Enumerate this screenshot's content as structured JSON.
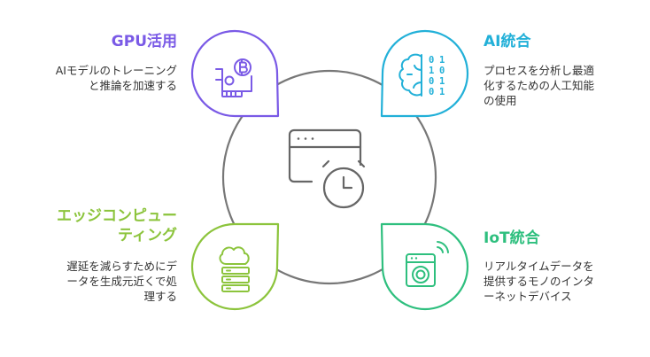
{
  "colors": {
    "gpu": "#7a5ae6",
    "ai": "#22b0d8",
    "edge": "#8cc43c",
    "iot": "#2ebf7e",
    "ring": "#777777",
    "center_icon": "#666666"
  },
  "icons": {
    "center": "browser-clock-icon",
    "gpu": "gpu-card-bitcoin-icon",
    "ai": "brain-binary-icon",
    "edge": "cloud-server-icon",
    "iot": "washing-machine-wifi-icon"
  },
  "items": {
    "gpu": {
      "title": "GPU活用",
      "desc": "AIモデルのトレーニング\nと推論を加速する"
    },
    "ai": {
      "title": "AI統合",
      "desc": "プロセスを分析し最適\n化するための人工知能\nの使用"
    },
    "edge": {
      "title": "エッジコンピュー\nティング",
      "desc": "遅延を減らすためにデ\nータを生成元近くで処\n理する"
    },
    "iot": {
      "title": "IoT統合",
      "desc": "リアルタイムデータを\n提供するモノのインタ\nーネットデバイス"
    }
  },
  "binary_digits": [
    "0",
    "1",
    "1",
    "0",
    "0",
    "1",
    "0",
    "1"
  ]
}
